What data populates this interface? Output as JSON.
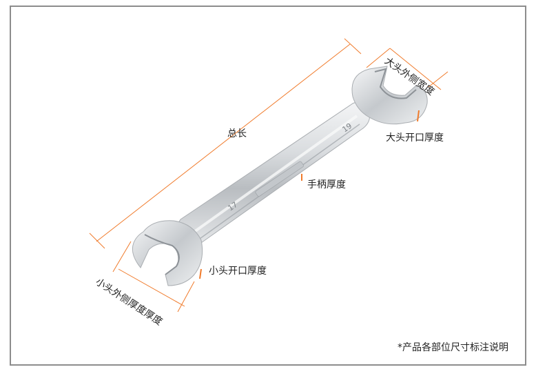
{
  "labels": {
    "total_length": "总长",
    "large_head_outer_width": "大头外侧宽度",
    "large_head_opening_thickness": "大头开口厚度",
    "handle_thickness": "手柄厚度",
    "small_head_opening_thickness": "小头开口厚度",
    "small_head_outer_thickness": "小头外侧厚度厚度"
  },
  "wrench": {
    "small_size": "17",
    "large_size": "19"
  },
  "note": "*产品各部位尺寸标注说明",
  "colors": {
    "dimension_line": "#f07a2a",
    "frame": "#8c8c8c"
  }
}
